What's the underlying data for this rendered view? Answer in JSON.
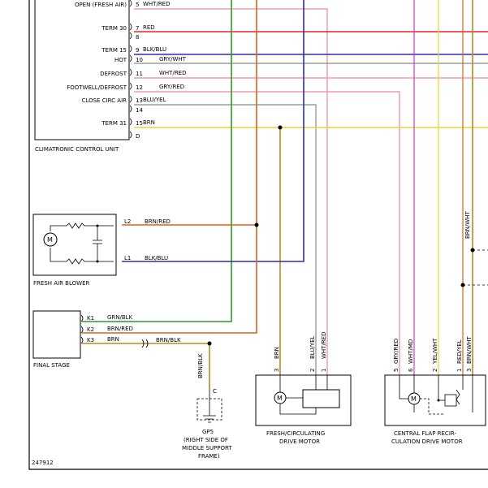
{
  "ccu": {
    "pins": [
      {
        "num": "5",
        "label": "OPEN (FRESH AIR)",
        "wire": "WHT/RED"
      },
      {
        "num": "7",
        "label": "TERM 30",
        "wire": "RED"
      },
      {
        "num": "8",
        "label": "",
        "wire": ""
      },
      {
        "num": "9",
        "label": "TERM 15",
        "wire": "BLK/BLU"
      },
      {
        "num": "10",
        "label": "HOT",
        "wire": "GRY/WHT"
      },
      {
        "num": "11",
        "label": "DEFROST",
        "wire": "WHT/RED"
      },
      {
        "num": "12",
        "label": "FOOTWELL/DEFROST",
        "wire": "GRY/RED"
      },
      {
        "num": "13",
        "label": "CLOSE CIRC AIR",
        "wire": "BLU/YEL"
      },
      {
        "num": "14",
        "label": "",
        "wire": ""
      },
      {
        "num": "15",
        "label": "TERM 31",
        "wire": "BRN"
      },
      {
        "num": "D",
        "label": "",
        "wire": ""
      }
    ],
    "name": "CLIMATRONIC CONTROL UNIT"
  },
  "blower": {
    "name": "FRESH AIR BLOWER",
    "pin_l2": "L2",
    "wire_l2": "BRN/RED",
    "pin_l1": "L1",
    "wire_l1": "BLK/BLU"
  },
  "final_stage": {
    "name": "FINAL STAGE",
    "pins": [
      {
        "num": "K1",
        "wire": "GRN/BLK"
      },
      {
        "num": "K2",
        "wire": "BRN/RED"
      },
      {
        "num": "K3",
        "wire": "BRN"
      }
    ],
    "wire_out": "BRN/BLK"
  },
  "ground": {
    "wire": "BRN/BLK",
    "pin": "C",
    "name": "GP5",
    "desc1": "(RIGHT SIDE OF",
    "desc2": "MIDDLE SUPPORT",
    "desc3": "FRAME)"
  },
  "motor1": {
    "name1": "FRESH/CIRCULATING",
    "name2": "DRIVE MOTOR",
    "pins": [
      {
        "num": "3",
        "wire": "BRN"
      },
      {
        "num": "2",
        "wire": "BLU/YEL"
      },
      {
        "num": "1",
        "wire": "WHT/RED"
      }
    ]
  },
  "motor2": {
    "name1": "CENTRAL FLAP RECIR-",
    "name2": "CULATION DRIVE MOTOR",
    "pins": [
      {
        "num": "5",
        "wire": "GRY/RED"
      },
      {
        "num": "6",
        "wire": "WHT/MD"
      },
      {
        "num": "2",
        "wire": "YEL/WHT"
      },
      {
        "num": "1",
        "wire": "RED/YEL"
      },
      {
        "num": "3",
        "wire": "BRN/WHT"
      }
    ],
    "top_wire": "BRN/WHT"
  },
  "figure_id": "247912",
  "colors": {
    "brown": "#b58a2a",
    "red": "#e8202a",
    "blue": "#2b2fb6",
    "green": "#2f9a2a",
    "orange": "#d8641e",
    "pink": "#ea8a9a",
    "magenta": "#d036d0",
    "yellow": "#e4d63a",
    "gray": "#8a8a8a",
    "navy": "#1c1c7a"
  }
}
